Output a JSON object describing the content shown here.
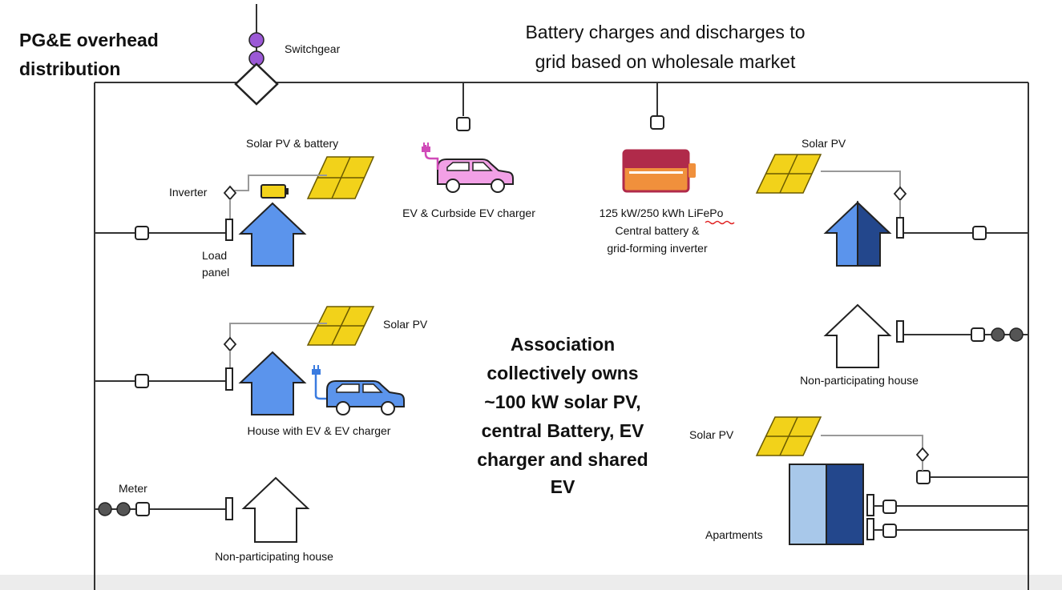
{
  "title": {
    "line1": "PG&E overhead",
    "line2": "distribution"
  },
  "switchgear_label": "Switchgear",
  "market_text": {
    "line1": "Battery charges and discharges to",
    "line2": "grid based on wholesale market"
  },
  "labels": {
    "solar_pv_battery": "Solar PV & battery",
    "inverter": "Inverter",
    "load_panel_1": "Load",
    "load_panel_2": "panel",
    "ev_charger": "EV & Curbside EV charger",
    "central_battery_1": "125 kW/250 kWh LiFePo",
    "central_battery_2": "Central battery &",
    "central_battery_3": "grid-forming inverter",
    "solar_pv_right": "Solar PV",
    "solar_pv_middle": "Solar PV",
    "house_ev": "House with EV & EV charger",
    "non_participating_right": "Non-participating house",
    "solar_pv_apartments": "Solar PV",
    "apartments": "Apartments",
    "meter": "Meter",
    "non_participating_left": "Non-participating house"
  },
  "association_text": {
    "line1": "Association",
    "line2": "collectively owns",
    "line3": "~100 kW solar PV,",
    "line4": "central Battery, EV",
    "line5": "charger and shared",
    "line6": "EV"
  },
  "colors": {
    "house_blue": "#5b94ec",
    "house_dark_blue": "#23478c",
    "apartment_light": "#a8c8ea",
    "apartment_dark": "#23478c",
    "solar_yellow": "#f2d21a",
    "ev_pink": "#f2a0e6",
    "ev_blue": "#5b94ec",
    "switch_purple": "#9b59d6",
    "meter_gray": "#555555",
    "battery_red": "#b02a4a",
    "battery_orange": "#f0903c"
  },
  "icons": [
    "switchgear-icon",
    "solar-panel-icon",
    "battery-icon",
    "house-icon",
    "ev-car-icon",
    "plug-icon",
    "meter-icon",
    "inverter-icon",
    "load-panel-icon",
    "apartment-icon"
  ]
}
